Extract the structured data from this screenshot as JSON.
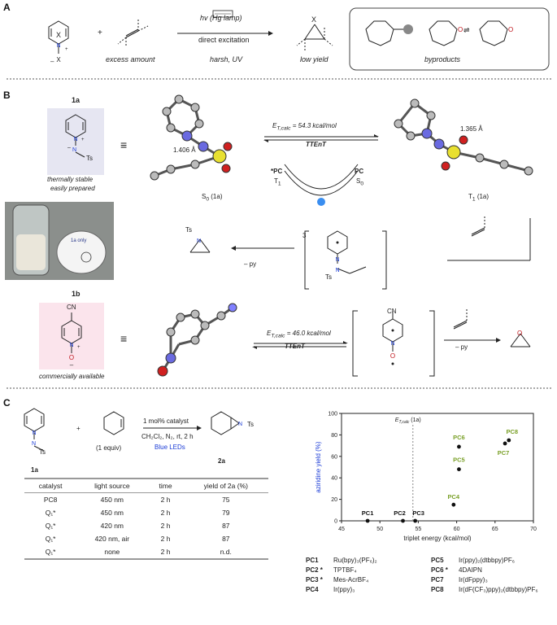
{
  "panelA": {
    "letter": "A",
    "excess": "excess amount",
    "lamp": "hv (Hg lamp)",
    "direct": "direct excitation",
    "harsh": "harsh, UV",
    "lowyield": "low yield",
    "byproducts": "byproducts",
    "x_top": "X",
    "x_bottom": "X",
    "plus": "+"
  },
  "panelB": {
    "letter": "B",
    "label_1a": "1a",
    "ts": "Ts",
    "thermally": "thermally stable",
    "easily": "easily prepared",
    "bond_s0": "1.406 Å",
    "bond_t1": "1.365 Å",
    "et_1a": "E",
    "et_1a_sub": "T,calc",
    "et_1a_val": " = 54.3 kcal/mol",
    "ttent": "TTEnT",
    "pc_star": "*PC",
    "t1": "T",
    "t1_sub": "1",
    "pc": "PC",
    "s0": "S",
    "s0_sub": "0",
    "s0_label": "S",
    "s0_label_sub": "0",
    "s0_label_end": " (1a)",
    "t1_label": "T",
    "t1_label_sub": "1",
    "t1_label_end": " (1a)",
    "three": "3",
    "minus_py": "– py",
    "label_1b": "1b",
    "cn": "CN",
    "commercially": "commercially available",
    "et_1b_val": " = 46.0 kcal/mol",
    "vial_label": "1a only"
  },
  "panelC": {
    "letter": "C",
    "label_1a": "1a",
    "ts": "Ts",
    "equiv": "(1 equiv)",
    "catalyst_cond": "1 mol% catalyst",
    "solvent": "CH₂Cl₂, N₂, rt, 2 h",
    "blue": "Blue LEDs",
    "product": "2a",
    "plus": "+",
    "table": {
      "headers": [
        "catalyst",
        "light source",
        "time",
        "yield of 2a (%)"
      ],
      "rows": [
        [
          "PC8",
          "450 nm",
          "2 h",
          "75"
        ],
        [
          "Q₁*",
          "450 nm",
          "2 h",
          "79"
        ],
        [
          "Q₁*",
          "420 nm",
          "2 h",
          "87"
        ],
        [
          "Q₁*",
          "420 nm, air",
          "2 h",
          "87"
        ],
        [
          "Q₁*",
          "none",
          "2 h",
          "n.d."
        ]
      ]
    },
    "legend": [
      [
        "PC1",
        "Ru(bpy)₃(PF₆)₂",
        "PC5",
        "Ir(ppy)₂(dtbbpy)PF₆"
      ],
      [
        "PC2 *",
        "TPTBF₄",
        "PC6 *",
        "4DAIPN"
      ],
      [
        "PC3 *",
        "Mes-AcrBF₄",
        "PC7",
        "Ir(dFppy)₃"
      ],
      [
        "PC4",
        "Ir(ppy)₃",
        "PC8",
        "Ir(dF(CF₃)ppy)₂(dtbbpy)PF₆"
      ]
    ]
  },
  "chart_data": {
    "type": "scatter",
    "xlabel": "triplet energy (kcal/mol)",
    "ylabel": "aziridine yield (%)",
    "xlim": [
      45,
      70
    ],
    "ylim": [
      0,
      100
    ],
    "xticks": [
      45,
      50,
      55,
      60,
      65,
      70
    ],
    "yticks": [
      0,
      20,
      40,
      60,
      80,
      100
    ],
    "vline": {
      "x": 54.3,
      "label": "E",
      "label_sub": "T,calc",
      "label_end": " (1a)"
    },
    "points": [
      {
        "name": "PC1",
        "x": 48.4,
        "y": 0,
        "color": "#111111"
      },
      {
        "name": "PC2",
        "x": 53.0,
        "y": 0,
        "color": "#111111"
      },
      {
        "name": "PC3",
        "x": 54.6,
        "y": 0,
        "color": "#111111"
      },
      {
        "name": "PC4",
        "x": 59.6,
        "y": 15,
        "color": "#7aa028"
      },
      {
        "name": "PC5",
        "x": 60.3,
        "y": 48,
        "color": "#7aa028"
      },
      {
        "name": "PC6",
        "x": 60.3,
        "y": 69,
        "color": "#7aa028"
      },
      {
        "name": "PC7",
        "x": 66.3,
        "y": 72,
        "color": "#7aa028"
      },
      {
        "name": "PC8",
        "x": 66.8,
        "y": 75,
        "color": "#7aa028"
      }
    ]
  }
}
